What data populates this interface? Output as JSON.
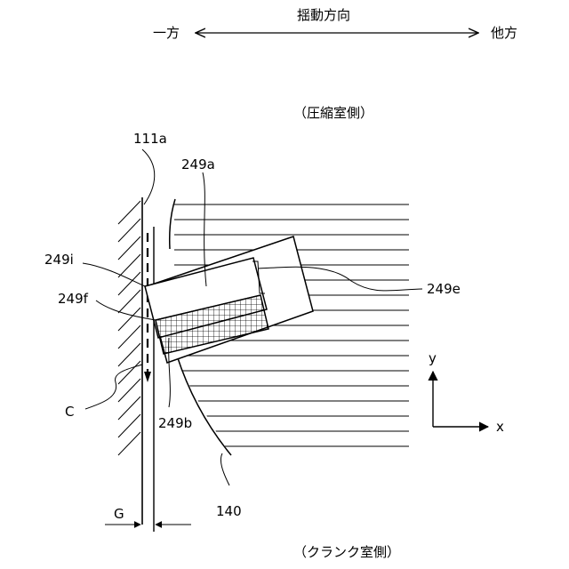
{
  "direction": {
    "left_label": "一方",
    "center_label": "揺動方向",
    "right_label": "他方"
  },
  "regions": {
    "top_label": "（圧縮室側）",
    "bottom_label": "（クランク室側）"
  },
  "labels": {
    "l111a": "111a",
    "l249a": "249a",
    "l249i": "249i",
    "l249f": "249f",
    "l249e": "249e",
    "lC": "C",
    "l249b": "249b",
    "l140": "140",
    "lG": "G"
  },
  "axes": {
    "y": "y",
    "x": "x"
  }
}
